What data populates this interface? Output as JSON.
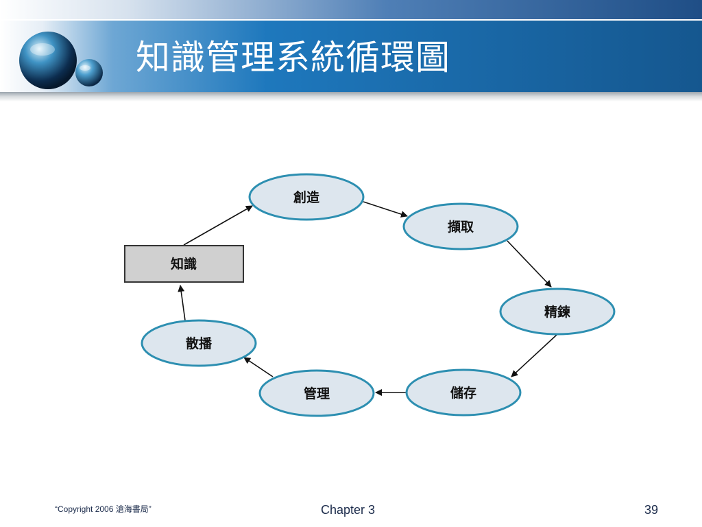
{
  "slide": {
    "title": "知識管理系統循環圖"
  },
  "diagram": {
    "nodes": {
      "create": "創造",
      "capture": "擷取",
      "refine": "精鍊",
      "store": "儲存",
      "manage": "管理",
      "disseminate": "散播",
      "knowledge": "知識"
    }
  },
  "footer": {
    "copyright": "“Copyright 2006 滄海書局”",
    "chapter": "Chapter 3",
    "page": "39"
  },
  "colors": {
    "banner": "#1e78bd",
    "node_fill": "#dde6ee",
    "node_stroke": "#2d8fb1",
    "box_fill": "#d0d0d0"
  }
}
